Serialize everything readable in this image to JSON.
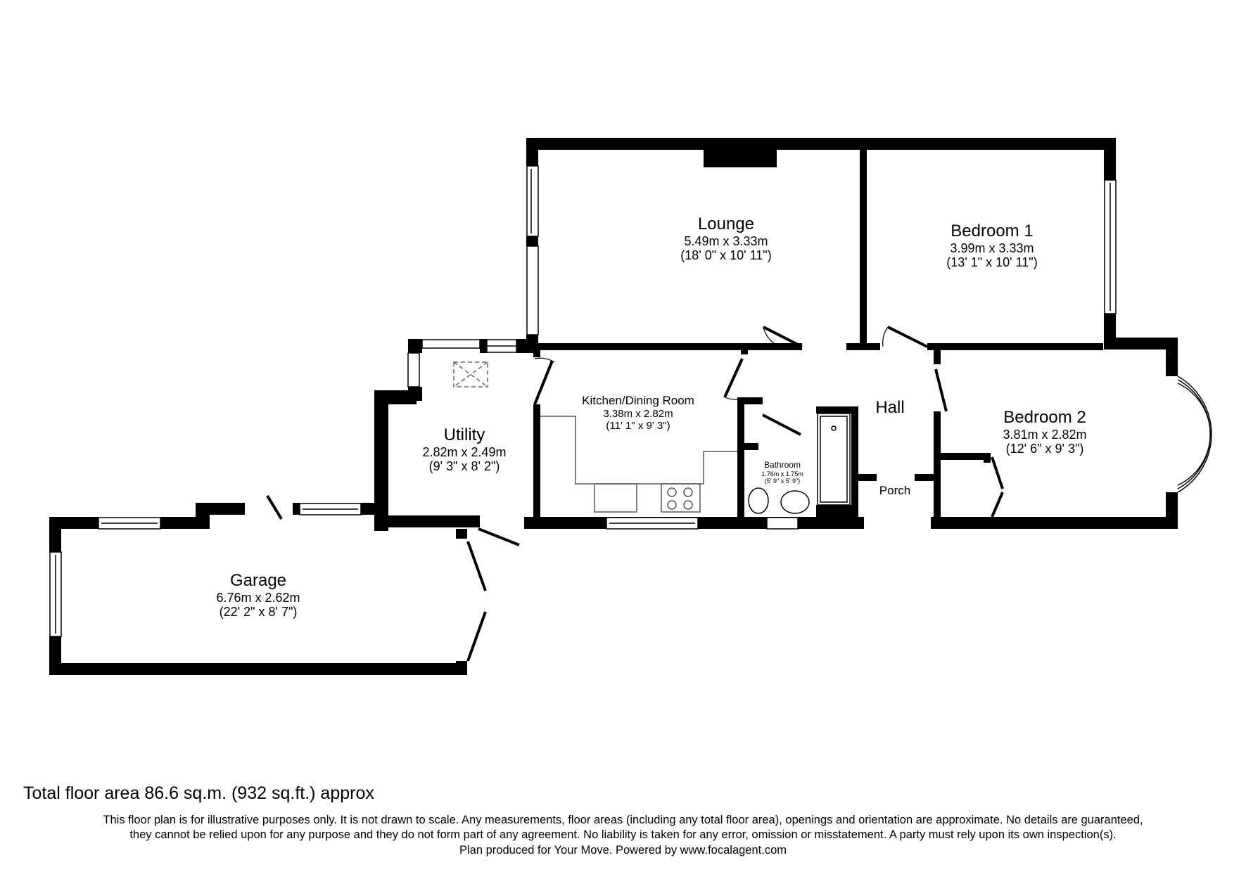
{
  "rooms": {
    "lounge": {
      "name": "Lounge",
      "metric": "5.49m x 3.33m",
      "imperial": "(18' 0\" x 10' 11\")"
    },
    "bedroom1": {
      "name": "Bedroom 1",
      "metric": "3.99m x 3.33m",
      "imperial": "(13' 1\" x 10' 11\")"
    },
    "kitchen": {
      "name": "Kitchen/Dining Room",
      "metric": "3.38m x 2.82m",
      "imperial": "(11' 1\" x 9' 3\")"
    },
    "utility": {
      "name": "Utility",
      "metric": "2.82m x 2.49m",
      "imperial": "(9' 3\" x 8' 2\")"
    },
    "hall": {
      "name": "Hall"
    },
    "bedroom2": {
      "name": "Bedroom 2",
      "metric": "3.81m x 2.82m",
      "imperial": "(12' 6\" x 9' 3\")"
    },
    "bathroom": {
      "name": "Bathroom",
      "metric": "1.76m x 1.75m",
      "imperial": "(5' 9\" x 5' 9\")"
    },
    "porch": {
      "name": "Porch"
    },
    "garage": {
      "name": "Garage",
      "metric": "6.76m x 2.62m",
      "imperial": "(22' 2\" x 8' 7\")"
    }
  },
  "footer": {
    "total_area": "Total floor area 86.6 sq.m. (932 sq.ft.) approx",
    "disclaimer_line1": "This floor plan is for illustrative purposes only. It is not drawn to scale. Any measurements, floor areas (including any total floor area), openings and orientation are approximate. No details are guaranteed,",
    "disclaimer_line2": "they cannot be relied upon for any purpose and they do not form part of any agreement. No liability is taken for any error, omission or misstatement. A party must rely upon its own inspection(s).",
    "disclaimer_line3": "Plan produced for Your Move. Powered by www.focalagent.com"
  },
  "colors": {
    "wall": "#000000",
    "background": "#ffffff",
    "fixture_line": "#555555"
  }
}
